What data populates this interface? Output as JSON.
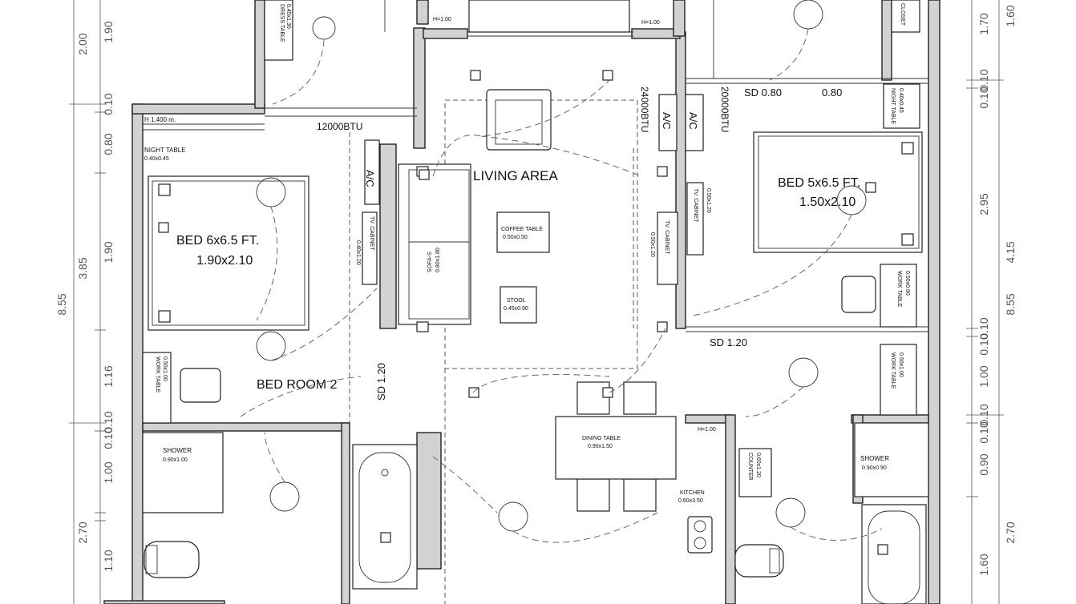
{
  "rooms": {
    "living_area": "LIVING AREA",
    "bed_room_2": "BED ROOM 2"
  },
  "beds": {
    "left": {
      "title": "BED   6x6.5 FT.",
      "size": "1.90x2.10"
    },
    "right": {
      "title": "BED   5x6.5 FT.",
      "size": "1.50x2.10"
    }
  },
  "furniture": {
    "coffee_table": {
      "name": "COFFEE TABLE",
      "size": "0.50x0.50"
    },
    "stool": {
      "name": "STOOL",
      "size": "0.45x0.90"
    },
    "sofa": {
      "name": "SOFA-S",
      "size": "0.80x1.80"
    },
    "dining_table": {
      "name": "DINING TABLE",
      "size": "0.90x1.50"
    },
    "kitchen": {
      "name": "KITCHEN",
      "size": "0.60x3.50"
    },
    "counter": {
      "name": "COUNTER",
      "size": "0.60x1.20"
    },
    "shower_left": {
      "name": "SHOWER",
      "size": "0.90x1.00"
    },
    "shower_right": {
      "name": "SHOWER",
      "size": "0.90x0.90"
    },
    "night_table_left": {
      "name": "NIGHT TABLE",
      "size": "0.40x0.45"
    },
    "night_table_right": {
      "name": "NIGHT TABLE",
      "size": "0.40x0.45"
    },
    "work_table_left": {
      "name": "WORK TABLE",
      "size": "0.50x1.00"
    },
    "work_table_right_top": {
      "name": "WORK TABLE",
      "size": "0.50x0.90"
    },
    "work_table_right_bottom": {
      "name": "WORK TABLE",
      "size": "0.50x1.00"
    },
    "tv_cabinet_left": {
      "name": "TV. CABINET",
      "size": "0.40x1.20"
    },
    "tv_cabinet_mid": {
      "name": "TV. CABINET",
      "size": "0.50x1.20"
    },
    "tv_cabinet_right": {
      "name": "TV. CABINET",
      "size": "0.50x1.20"
    },
    "dress_table": {
      "name": "DRESS TABLE",
      "size": "0.45x1.30"
    },
    "closet": {
      "name": "CLOSET"
    }
  },
  "ac": {
    "left": {
      "label": "A/C",
      "btu": "12000BTU"
    },
    "mid": {
      "label": "A/C",
      "btu": "24000BTU"
    },
    "right": {
      "label": "A/C",
      "btu": "20000BTU"
    }
  },
  "doors": {
    "sd_080_a": "SD  0.80",
    "sd_080_b": "0.80",
    "sd_120_right": "SD  1.20",
    "sd_120_left": "SD  1.20",
    "h_1400": "H 1.400 m.",
    "h_100_a": "H=1.00",
    "h_100_b": "H=1.00",
    "h_100_c": "H=1.00"
  },
  "dimensions": {
    "left_outer": {
      "total": "8.55",
      "top": "2.00",
      "mid": "3.85",
      "bottom": "2.70"
    },
    "left_inner": [
      "1.90",
      "0.10",
      "0.80",
      "1.90",
      "1.16",
      "0.10",
      "0.10",
      "1.00",
      "1.10"
    ],
    "right_outer": {
      "total": "8.55",
      "top": "1.60",
      "mid": "4.15",
      "bottom": "2.70"
    },
    "right_inner": [
      "1.70",
      "0.10",
      "0.10",
      "2.95",
      "0.10",
      "0.10",
      "1.00",
      "0.10",
      "0.10",
      "0.90",
      "1.60"
    ]
  }
}
